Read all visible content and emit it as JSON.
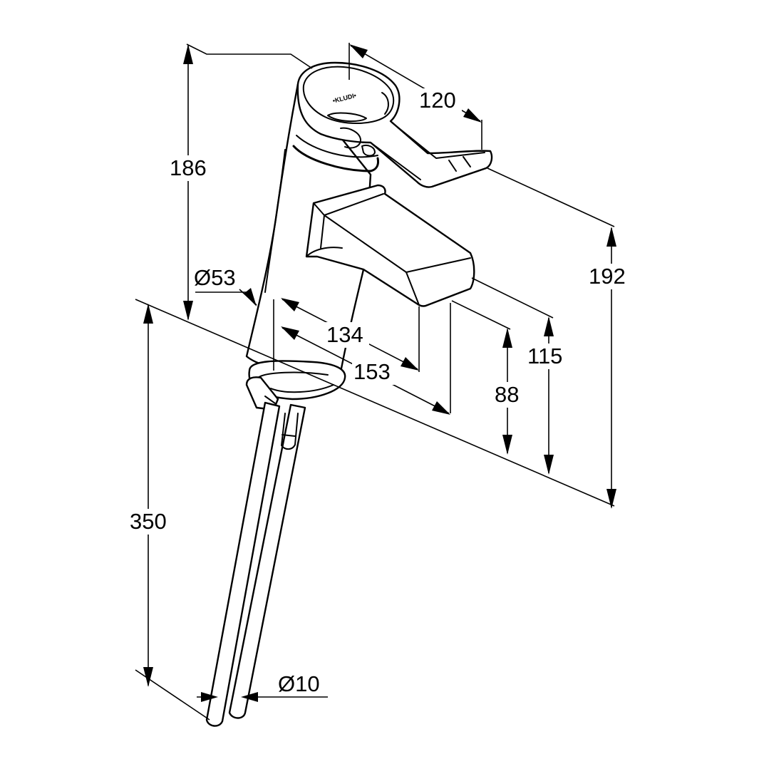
{
  "dimensions": {
    "overall_height": "186",
    "lever_length": "120",
    "total_height_with_lever": "192",
    "outlet_height": "115",
    "clearance": "88",
    "body_diameter": "Ø53",
    "spout_reach_a": "134",
    "spout_reach_b": "153",
    "hose_length": "350",
    "hose_diameter": "Ø10"
  }
}
